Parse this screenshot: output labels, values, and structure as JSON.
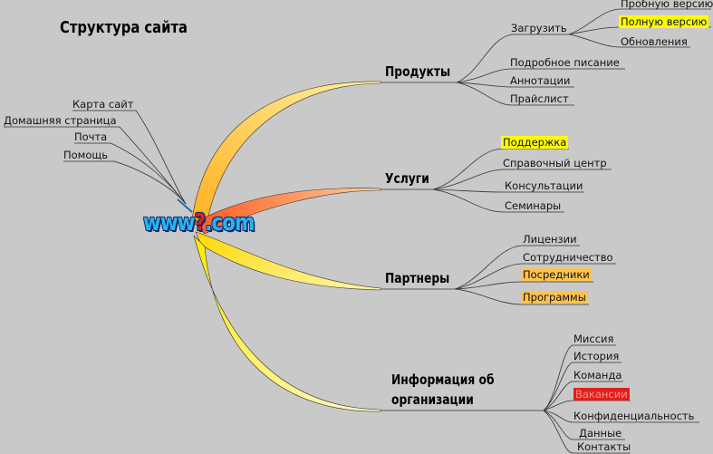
{
  "title": "Структура сайта",
  "logo": {
    "before": "www",
    "mark": "?",
    "after": ".com"
  },
  "left_items": [
    "Карта сайт",
    "Домашняя страница",
    "Почта",
    "Помощь"
  ],
  "branches": {
    "products": {
      "label": "Продукты",
      "download": "Загрузить",
      "download_items": [
        "Пробную версию",
        "Полную версию",
        "Обновления"
      ],
      "items": [
        "Подробное писание",
        "Аннотации",
        "Прайслист"
      ]
    },
    "services": {
      "label": "Услуги",
      "items": [
        "Поддержка",
        "Справочный центр",
        "Консультации",
        "Семинары"
      ]
    },
    "partners": {
      "label": "Партнеры",
      "items": [
        "Лицензии",
        "Сотрудничество",
        "Посредники",
        "Программы"
      ]
    },
    "org": {
      "label_line1": "Информация об",
      "label_line2": "организации",
      "items": [
        "Миссия",
        "История",
        "Команда",
        "Вакансии",
        "Конфиденциальность",
        "Данные",
        "Контакты"
      ]
    }
  },
  "colors": {
    "background": "#c9c9c9",
    "highlight_yellow": "#ffff00",
    "highlight_orange": "#ffc34d",
    "highlight_red": "#e0201a",
    "branch_fill_top": "#ffd23f",
    "branch_fill_mid": "#ff7a2e"
  }
}
